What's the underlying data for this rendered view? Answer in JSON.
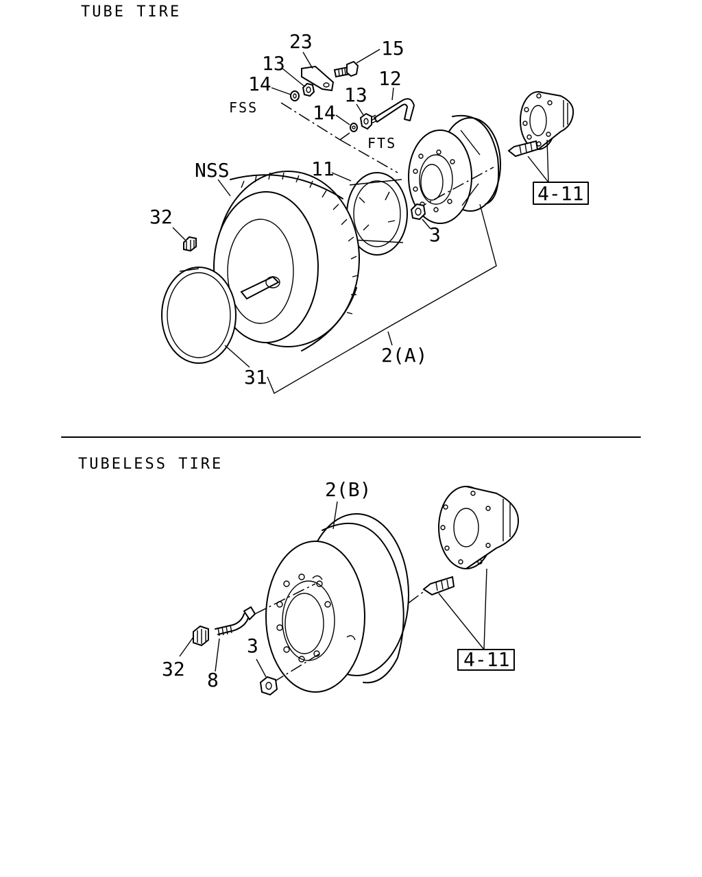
{
  "sections": {
    "tube_title": "TUBE TIRE",
    "tubeless_title": "TUBELESS TIRE"
  },
  "tube": {
    "labels": {
      "p23": "23",
      "p15": "15",
      "p13a": "13",
      "p14a": "14",
      "p12": "12",
      "p13b": "13",
      "p14b": "14",
      "fss": "FSS",
      "fts": "FTS",
      "nss": "NSS",
      "p11": "11",
      "p32": "32",
      "p3": "3",
      "p2a": "2(A)",
      "p31": "31",
      "ref": "4-11"
    }
  },
  "tubeless": {
    "labels": {
      "p2b": "2(B)",
      "p32": "32",
      "p8": "8",
      "p3": "3",
      "ref": "4-11"
    }
  }
}
